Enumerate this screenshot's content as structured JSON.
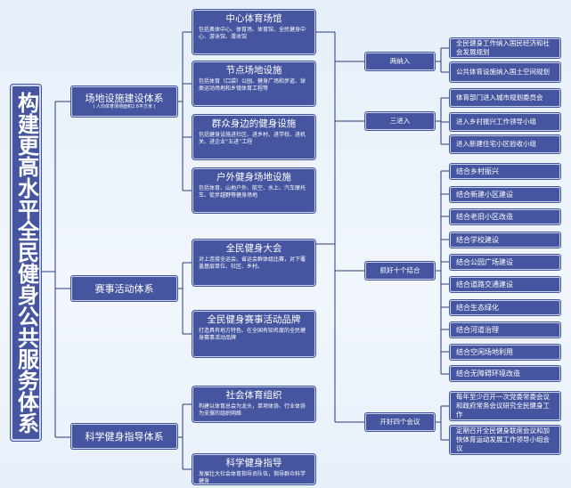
{
  "title": "构建更高水平全民健身公共服务体系",
  "facilities": {
    "label": "场地设施建设体系",
    "note": "( 人均体育场地面积2.6平方米 )",
    "items": [
      {
        "title": "中心体育场馆",
        "desc": "包括奥体中心、体育场、体育馆、全民健身中心、游泳馆、滑冰馆"
      },
      {
        "title": "节点场地设施",
        "desc": "包括体育（口袋）公园、健身广场和步道、球类运动场地和乡镇体育工程等"
      },
      {
        "title": "群众身边的健身设施",
        "desc": "包括健身设施进社区、进乡村、进学校、进机关、进企业“五进”工程"
      },
      {
        "title": "户外健身场地设施",
        "desc": "包括体育、山地户外、航空、水上、汽车摩托车、徒步越野等健身场地"
      }
    ]
  },
  "events": {
    "label": "赛事活动体系",
    "items": [
      {
        "title": "全民健身大会",
        "desc": "对上连接全运会、省运会群体组比赛，对下覆盖基层单位、社区、乡村。"
      },
      {
        "title": "全民健身赛事活动品牌",
        "desc": "打造具有地方特色、在全国有知名度的全民健身赛事活动品牌"
      }
    ]
  },
  "guidance": {
    "label": "科学健身指导体系",
    "items": [
      {
        "title": "社会体育组织",
        "desc": "构建以体育总会为龙头，单项体协、行业体协为支撑的组织网络"
      },
      {
        "title": "科学健身指导",
        "desc": "发展壮大社会体育指导员队伍，指导群众科学健身"
      }
    ]
  },
  "two_inclusions": {
    "label": "两纳入",
    "items": [
      "全民健身工作纳入国民经济和社会发展规划",
      "公共体育设施纳入国土空间规划"
    ]
  },
  "three_entries": {
    "label": "三进入",
    "items": [
      "体育部门进入城市规划委员会",
      "进入乡村振兴工作领导小组",
      "进入新建住宅小区验收小组"
    ]
  },
  "ten_combinations": {
    "label": "抓好十个结合",
    "items": [
      "结合乡村振兴",
      "结合新建小区建设",
      "结合老旧小区改造",
      "结合学校建设",
      "结合公园广场建设",
      "结合道路交通建设",
      "结合生态绿化",
      "结合河道治理",
      "结合空闲场地利用",
      "结合无障碍环境改造"
    ]
  },
  "four_meetings": {
    "label": "开好四个会议",
    "items": [
      "每年至少召开一次党委常委会议和政府常务会议研究全民健身工作",
      "定期召开全民健身联席会议和加快体育运动发展工作领导小组会议"
    ]
  },
  "colors": {
    "box": "#46559f",
    "line": "#2a3c78",
    "background": "#eaf1fa"
  }
}
